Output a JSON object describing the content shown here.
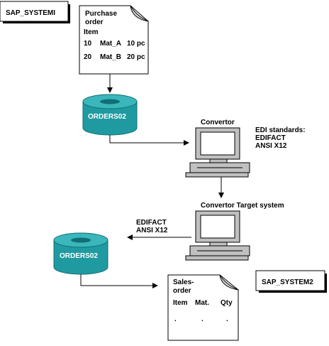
{
  "system_box_top": "SAP_SYSTEMI",
  "system_box_bottom": "SAP_SYSTEM2",
  "purchase_order": {
    "title_line1": "Purchase",
    "title_line2": "order",
    "header": "Item",
    "rows": [
      [
        "10",
        "Mat_A",
        "10 pc"
      ],
      [
        "20",
        "Mat_B",
        "20 pc"
      ]
    ]
  },
  "db_top_label": "ORDERS02",
  "db_bottom_label": "ORDERS02",
  "convertor_label": "Convertor",
  "edi_top": [
    "EDI standards:",
    "EDIFACT",
    "ANSI X12"
  ],
  "convertor_target_label": "Convertor Target system",
  "edi_bottom": [
    "EDIFACT",
    "ANSI X12"
  ],
  "sales_order": {
    "title_line1": "Sales-",
    "title_line2": "order",
    "headers": [
      "Item",
      "Mat.",
      "Qty"
    ],
    "dots": [
      ".",
      ".",
      "."
    ]
  },
  "colors": {
    "db_fill": "#1f9aa0",
    "db_dark": "#0f6f74",
    "computer_fill": "#c0c0c0",
    "screen_fill": "#ffffff"
  }
}
